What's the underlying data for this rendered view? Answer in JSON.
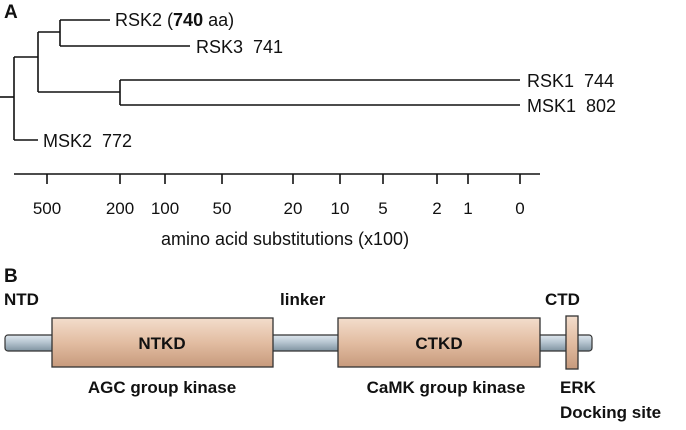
{
  "panel_a": {
    "label": "A",
    "leaves": {
      "rsk2": {
        "name": "RSK2",
        "prefix": "(",
        "length": "740",
        "suffix": " aa)"
      },
      "rsk3": {
        "name": "RSK3",
        "length": "741"
      },
      "rsk1": {
        "name": "RSK1",
        "length": "744"
      },
      "msk1": {
        "name": "MSK1",
        "length": "802"
      },
      "msk2": {
        "name": "MSK2",
        "length": "772"
      }
    },
    "axis": {
      "ticks": [
        "500",
        "200",
        "100",
        "50",
        "20",
        "10",
        "5",
        "2",
        "1",
        "0"
      ],
      "title": "amino acid substitutions (x100)"
    }
  },
  "panel_b": {
    "label": "B",
    "labels": {
      "ntd": "NTD",
      "linker": "linker",
      "ctd": "CTD",
      "ntkd": "NTKD",
      "ctkd": "CTKD",
      "agc": "AGC group kinase",
      "camk": "CaMK group kinase",
      "erk": "ERK",
      "docking": "Docking site"
    },
    "colors": {
      "backbone": "#9fb1bd",
      "domain": "#ddb79c"
    }
  }
}
